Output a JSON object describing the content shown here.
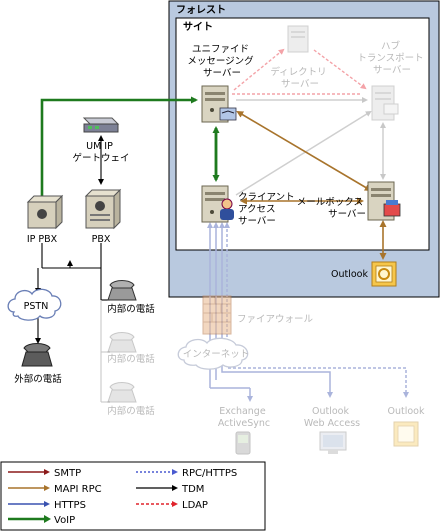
{
  "containers": {
    "forest": "フォレスト",
    "site": "サイト"
  },
  "nodes": {
    "unified_messaging": [
      "ユニファイド",
      "メッセージング",
      "サーバー"
    ],
    "directory": [
      "ディレクトリ",
      "サーバー"
    ],
    "hub_transport": [
      "ハブ",
      "トランスポート",
      "サーバー"
    ],
    "client_access": [
      "クライアント",
      "アクセス",
      "サーバー"
    ],
    "mailbox": [
      "メールボックス",
      "サーバー"
    ],
    "outlook_internal": "Outlook",
    "um_ip_gateway": [
      "UM IP",
      "ゲートウェイ"
    ],
    "ip_pbx": "IP PBX",
    "pbx": "PBX",
    "pstn": "PSTN",
    "external_phone": "外部の電話",
    "internal_phone_1": "内部の電話",
    "internal_phone_2": "内部の電話",
    "internal_phone_3": "内部の電話",
    "firewall": "ファイアウォール",
    "internet": "インターネット",
    "activesync": [
      "Exchange",
      "ActiveSync"
    ],
    "owa": [
      "Outlook",
      "Web Access"
    ],
    "outlook_external": "Outlook"
  },
  "legend": {
    "col1": [
      "SMTP",
      "MAPI RPC",
      "HTTPS",
      "VoIP"
    ],
    "col2": [
      "RPC/HTTPS",
      "TDM",
      "LDAP"
    ]
  },
  "colors": {
    "smtp": "#8b1a1a",
    "mapi": "#a8742c",
    "https": "#3a52b0",
    "voip": "#1e7a1e",
    "rpc_https": "#4a5ad0",
    "tdm": "#000000",
    "ldap": "#e0242c",
    "forest_fill": "#b9c9df",
    "site_fill": "#ffffff"
  }
}
